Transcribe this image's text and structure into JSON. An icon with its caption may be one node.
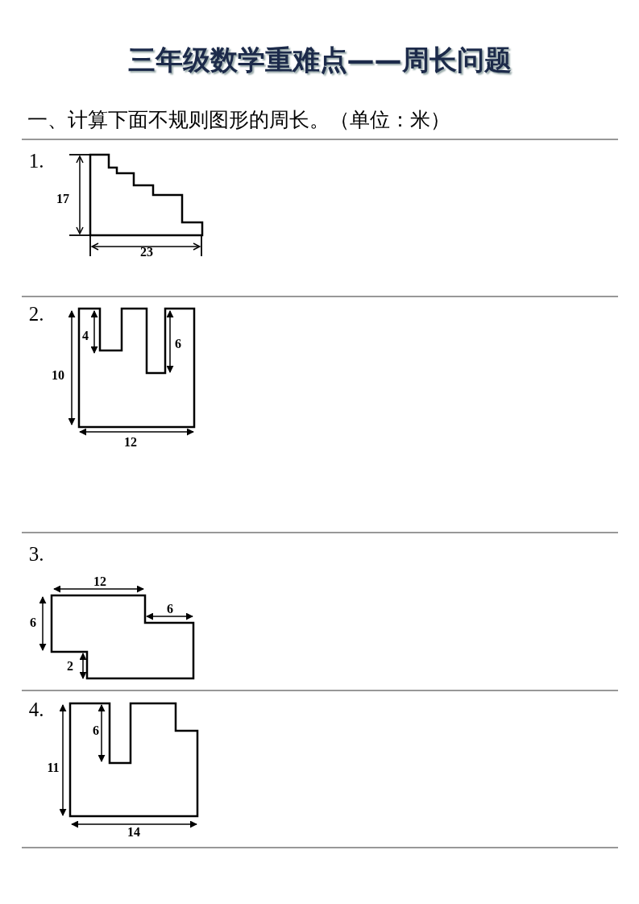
{
  "diagram": {
    "title": "三年级数学重难点——周长问题",
    "labels": [
      "一、计算下面不规则图形的周长。（单位：米）",
      "1.",
      "17",
      "23",
      "2.",
      "4",
      "6",
      "10",
      "12",
      "3.",
      "12",
      "6",
      "6",
      "2",
      "4.",
      "6",
      "11",
      "14"
    ]
  }
}
